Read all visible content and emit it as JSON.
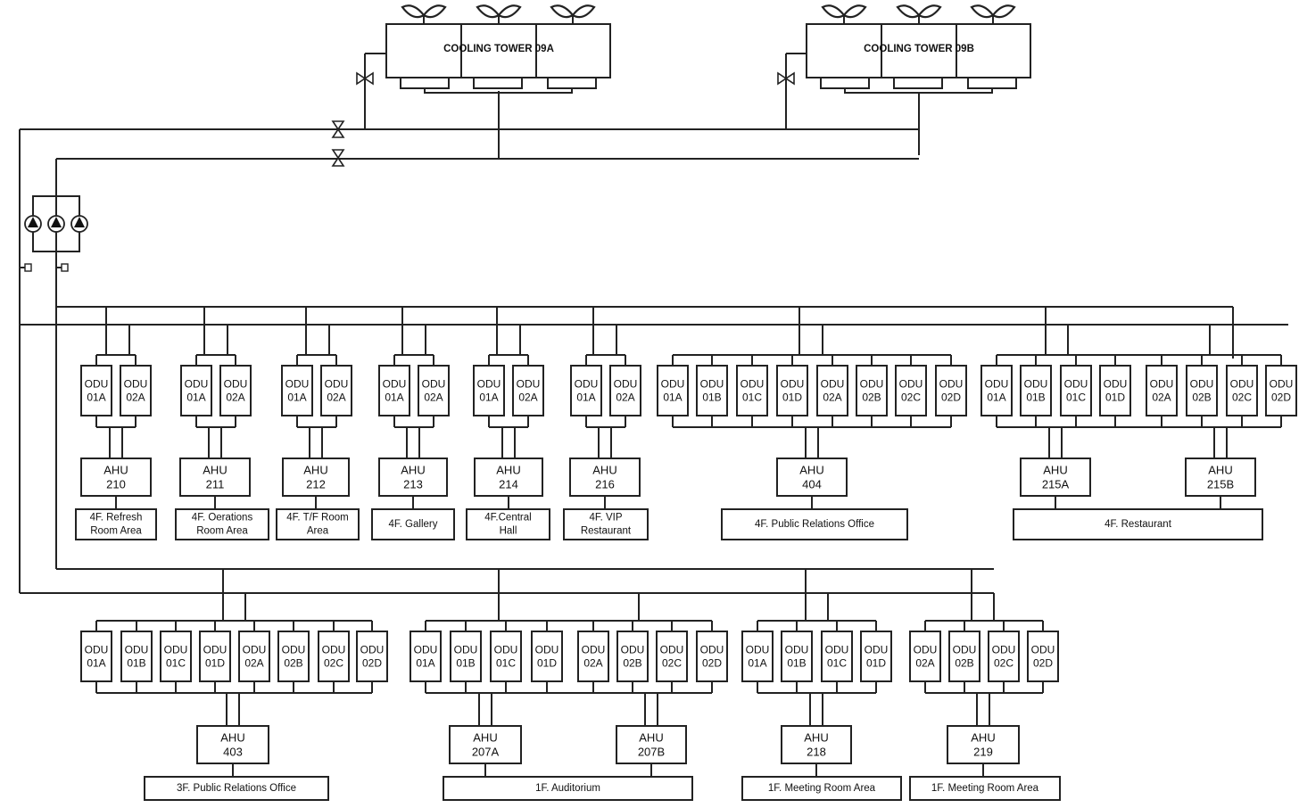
{
  "towers": [
    {
      "label": "COOLING TOWER 09A"
    },
    {
      "label": "COOLING TOWER 09B"
    }
  ],
  "top_groups": [
    {
      "odus": [
        [
          "ODU",
          "01A"
        ],
        [
          "ODU",
          "02A"
        ]
      ],
      "ahus": [
        [
          "AHU",
          "210"
        ]
      ],
      "area": [
        "4F. Refresh",
        "Room Area"
      ]
    },
    {
      "odus": [
        [
          "ODU",
          "01A"
        ],
        [
          "ODU",
          "02A"
        ]
      ],
      "ahus": [
        [
          "AHU",
          "211"
        ]
      ],
      "area": [
        "4F. Oerations",
        "Room Area"
      ]
    },
    {
      "odus": [
        [
          "ODU",
          "01A"
        ],
        [
          "ODU",
          "02A"
        ]
      ],
      "ahus": [
        [
          "AHU",
          "212"
        ]
      ],
      "area": [
        "4F. T/F Room",
        "Area"
      ]
    },
    {
      "odus": [
        [
          "ODU",
          "01A"
        ],
        [
          "ODU",
          "02A"
        ]
      ],
      "ahus": [
        [
          "AHU",
          "213"
        ]
      ],
      "area": [
        "4F. Gallery"
      ]
    },
    {
      "odus": [
        [
          "ODU",
          "01A"
        ],
        [
          "ODU",
          "02A"
        ]
      ],
      "ahus": [
        [
          "AHU",
          "214"
        ]
      ],
      "area": [
        "4F.Central",
        "Hall"
      ]
    },
    {
      "odus": [
        [
          "ODU",
          "01A"
        ],
        [
          "ODU",
          "02A"
        ]
      ],
      "ahus": [
        [
          "AHU",
          "216"
        ]
      ],
      "area": [
        "4F. VIP",
        "Restaurant"
      ]
    },
    {
      "odus": [
        [
          "ODU",
          "01A"
        ],
        [
          "ODU",
          "01B"
        ],
        [
          "ODU",
          "01C"
        ],
        [
          "ODU",
          "01D"
        ],
        [
          "ODU",
          "02A"
        ],
        [
          "ODU",
          "02B"
        ],
        [
          "ODU",
          "02C"
        ],
        [
          "ODU",
          "02D"
        ]
      ],
      "ahus": [
        [
          "AHU",
          "404"
        ]
      ],
      "area": [
        "4F. Public Relations Office"
      ]
    },
    {
      "odus": [
        [
          "ODU",
          "01A"
        ],
        [
          "ODU",
          "01B"
        ],
        [
          "ODU",
          "01C"
        ],
        [
          "ODU",
          "01D"
        ],
        [
          "ODU",
          "02A"
        ],
        [
          "ODU",
          "02B"
        ],
        [
          "ODU",
          "02C"
        ],
        [
          "ODU",
          "02D"
        ]
      ],
      "ahus": [
        [
          "AHU",
          "215A"
        ],
        [
          "AHU",
          "215B"
        ]
      ],
      "area": [
        "4F. Restaurant"
      ]
    }
  ],
  "bottom_groups": [
    {
      "odus": [
        [
          "ODU",
          "01A"
        ],
        [
          "ODU",
          "01B"
        ],
        [
          "ODU",
          "01C"
        ],
        [
          "ODU",
          "01D"
        ],
        [
          "ODU",
          "02A"
        ],
        [
          "ODU",
          "02B"
        ],
        [
          "ODU",
          "02C"
        ],
        [
          "ODU",
          "02D"
        ]
      ],
      "ahus": [
        [
          "AHU",
          "403"
        ]
      ],
      "area": [
        "3F. Public Relations Office"
      ]
    },
    {
      "odus": [
        [
          "ODU",
          "01A"
        ],
        [
          "ODU",
          "01B"
        ],
        [
          "ODU",
          "01C"
        ],
        [
          "ODU",
          "01D"
        ],
        [
          "ODU",
          "02A"
        ],
        [
          "ODU",
          "02B"
        ],
        [
          "ODU",
          "02C"
        ],
        [
          "ODU",
          "02D"
        ]
      ],
      "ahus": [
        [
          "AHU",
          "207A"
        ],
        [
          "AHU",
          "207B"
        ]
      ],
      "area": [
        "1F. Auditorium"
      ]
    },
    {
      "odus": [
        [
          "ODU",
          "01A"
        ],
        [
          "ODU",
          "01B"
        ],
        [
          "ODU",
          "01C"
        ],
        [
          "ODU",
          "01D"
        ]
      ],
      "ahus": [
        [
          "AHU",
          "218"
        ]
      ],
      "area": [
        "1F. Meeting Room Area"
      ]
    },
    {
      "odus": [
        [
          "ODU",
          "02A"
        ],
        [
          "ODU",
          "02B"
        ],
        [
          "ODU",
          "02C"
        ],
        [
          "ODU",
          "02D"
        ]
      ],
      "ahus": [
        [
          "AHU",
          "219"
        ]
      ],
      "area": [
        "1F. Meeting Room Area"
      ]
    }
  ]
}
